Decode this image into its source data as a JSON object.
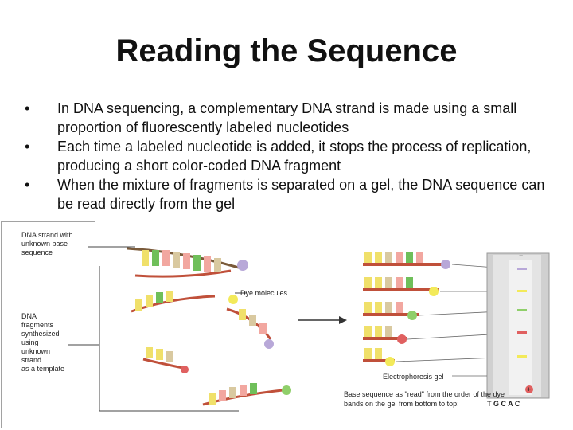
{
  "slide": {
    "title": "Reading the Sequence",
    "bullets": [
      "In DNA sequencing, a complementary DNA strand is made using a small proportion of fluorescently labeled nucleotides",
      "Each time a labeled nucleotide is added, it stops the process of replication, producing a short color-coded DNA fragment",
      "When the mixture of fragments is separated on a gel, the DNA sequence can be read directly from the gel"
    ],
    "bullet_glyph": "•"
  },
  "figure": {
    "labels": {
      "dna_strand_line1": "DNA strand with",
      "dna_strand_line2": "unknown base",
      "dna_strand_line3": "sequence",
      "dye_molecules": "Dye molecules",
      "fragments_line1": "DNA",
      "fragments_line2": "fragments",
      "fragments_line3": "synthesized",
      "fragments_line4": "using",
      "fragments_line5": "unknown",
      "fragments_line6": "strand",
      "fragments_line7": "as a template",
      "gel": "Electrophoresis gel",
      "caption_line1": "Base sequence as \"read\" from the order of the dye",
      "caption_line2": "bands on the gel from bottom to top:",
      "caption_sequence": "T G C A C",
      "minus": "−",
      "plus": "+"
    },
    "colors": {
      "A": "#6fbf5a",
      "C": "#f2a7a0",
      "G": "#d9c9a0",
      "T": "#f0e06a",
      "dye_purple": "#b8a8d8",
      "dye_yellow": "#f3ea5a",
      "dye_green": "#8fcf6a",
      "dye_red": "#e06060",
      "gel": "#c8c8c8"
    }
  }
}
